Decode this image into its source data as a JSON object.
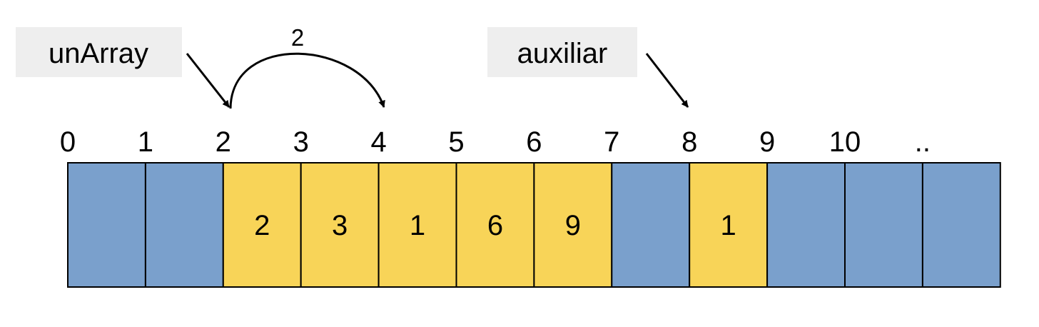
{
  "labels": {
    "array_name": "unArray",
    "aux_name": "auxiliar",
    "jump_value": "2"
  },
  "indices": [
    "0",
    "1",
    "2",
    "3",
    "4",
    "5",
    "6",
    "7",
    "8",
    "9",
    "10",
    ".."
  ],
  "cells": [
    {
      "value": "",
      "state": "free"
    },
    {
      "value": "",
      "state": "free"
    },
    {
      "value": "2",
      "state": "used"
    },
    {
      "value": "3",
      "state": "used"
    },
    {
      "value": "1",
      "state": "used"
    },
    {
      "value": "6",
      "state": "used"
    },
    {
      "value": "9",
      "state": "used"
    },
    {
      "value": "",
      "state": "free"
    },
    {
      "value": "1",
      "state": "used"
    },
    {
      "value": "",
      "state": "free"
    },
    {
      "value": "",
      "state": "free"
    },
    {
      "value": "",
      "state": "free"
    }
  ],
  "colors": {
    "free": "#7aa0cc",
    "used": "#f8d458",
    "label_bg": "#eeeeee",
    "stroke": "#000000"
  }
}
